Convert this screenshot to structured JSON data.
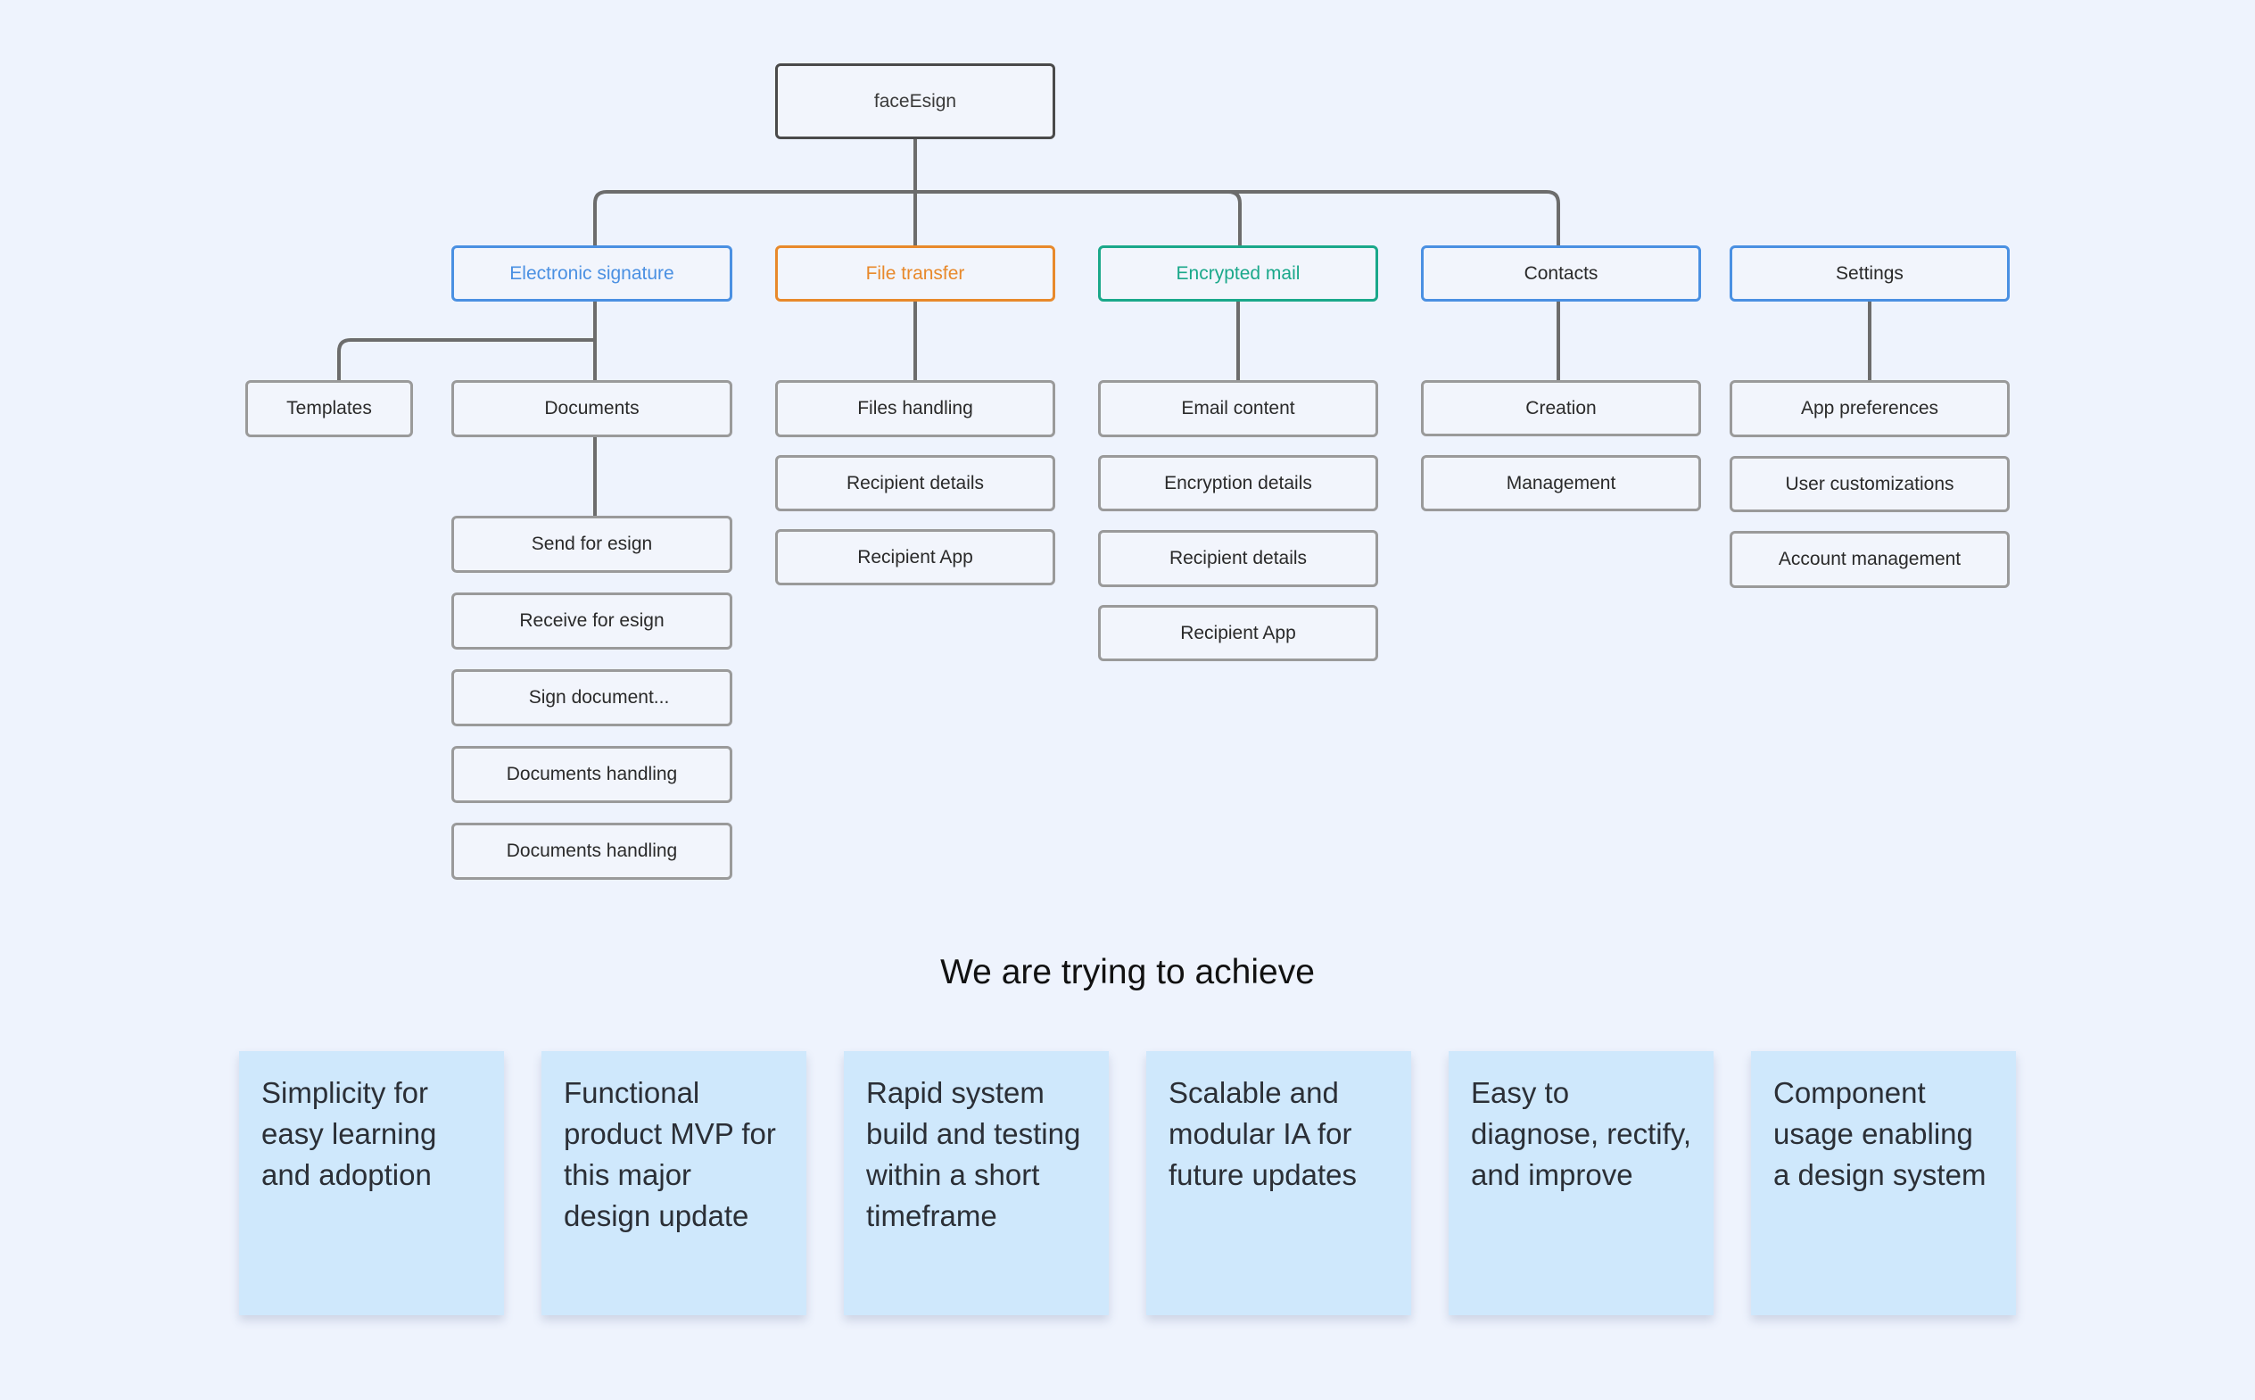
{
  "root": {
    "label": "faceEsign"
  },
  "categories": [
    {
      "label": "Electronic signature"
    },
    {
      "label": "File transfer"
    },
    {
      "label": "Encrypted mail"
    },
    {
      "label": "Contacts"
    },
    {
      "label": "Settings"
    }
  ],
  "esign": {
    "templates": "Templates",
    "documents": "Documents",
    "doc_children": [
      "Send for esign",
      "Receive for esign",
      "Sign document...",
      "Documents handling",
      "Documents handling"
    ]
  },
  "file_transfer": {
    "children": [
      "Files handling",
      "Recipient details",
      "Recipient App"
    ]
  },
  "encrypted_mail": {
    "children": [
      "Email content",
      "Encryption details",
      "Recipient details",
      "Recipient App"
    ]
  },
  "contacts": {
    "children": [
      "Creation",
      "Management"
    ]
  },
  "settings": {
    "children": [
      "App preferences",
      "User customizations",
      "Account management"
    ]
  },
  "goals": {
    "title": "We are trying to achieve",
    "items": [
      "Simplicity for easy learning and adoption",
      "Functional product MVP for this major design update",
      "Rapid system build and testing within a short timeframe",
      "Scalable and modular IA  for future updates",
      "Easy to diagnose, rectify, and improve",
      "Component usage enabling a design system"
    ]
  },
  "colors": {
    "background": "#eef3fd",
    "connector": "#6c6c6c",
    "electronic_signature": "#4a90e2",
    "file_transfer": "#e8892b",
    "encrypted_mail": "#1aa88a",
    "contacts": "#4a90e2",
    "settings": "#4a90e2",
    "sticky_note": "#cfe8fc"
  }
}
